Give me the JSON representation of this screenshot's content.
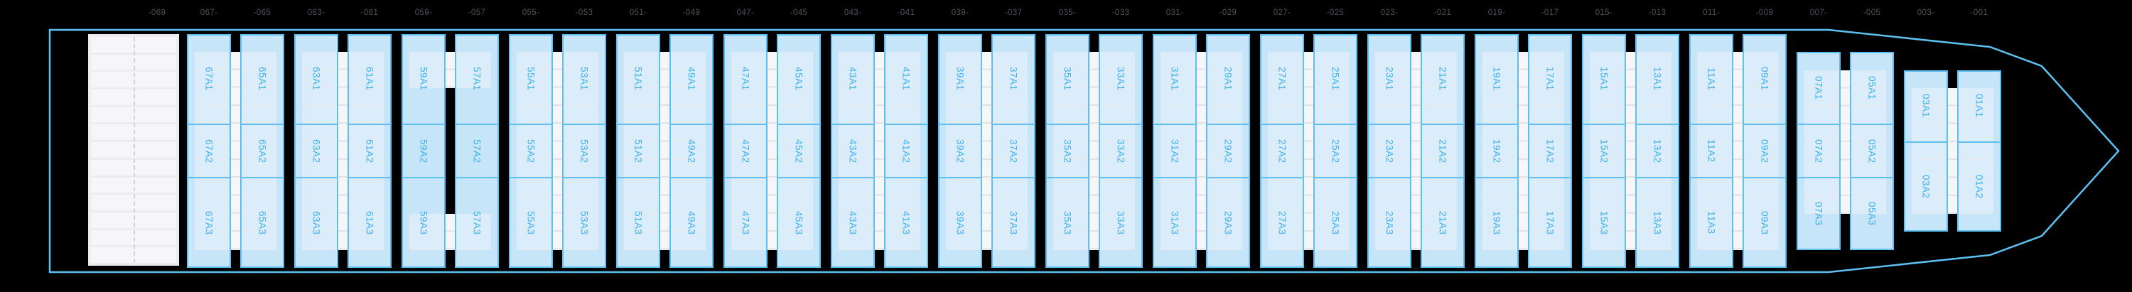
{
  "app": {
    "name": "vessel-deck-plan"
  },
  "colors": {
    "background": "#000000",
    "accent_blue": "#5cc1f1",
    "bay_fill": "#c7e5f8",
    "bay_inner_fill": "#dbedfa",
    "cell_label_blue": "#3bb1f0",
    "axis_label_gray": "#51515b",
    "strip_white": "#f6f5f7"
  },
  "axis_labels": [
    "-069",
    "067-",
    "-065",
    "063-",
    "-061",
    "059-",
    "-057",
    "055-",
    "-053",
    "051-",
    "-049",
    "047-",
    "-045",
    "043-",
    "-041",
    "039-",
    "-037",
    "035-",
    "-033",
    "031-",
    "-029",
    "027-",
    "-025",
    "023-",
    "-021",
    "019-",
    "-017",
    "015-",
    "-013",
    "011-",
    "-009",
    "007-",
    "-005",
    "003-",
    "-001"
  ],
  "stern_block": {
    "rows": 13
  },
  "pairs": [
    {
      "type": "standard",
      "left": {
        "id": "67",
        "cells": [
          "67A1",
          "67A2",
          "67A3"
        ]
      },
      "right": {
        "id": "65",
        "cells": [
          "65A1",
          "65A2",
          "65A3"
        ]
      }
    },
    {
      "type": "standard",
      "left": {
        "id": "63",
        "cells": [
          "63A1",
          "63A2",
          "63A3"
        ]
      },
      "right": {
        "id": "61",
        "cells": [
          "61A1",
          "61A2",
          "61A3"
        ]
      }
    },
    {
      "type": "split",
      "left": {
        "id": "59",
        "cells": [
          "59A1",
          "59A2",
          "59A3"
        ]
      },
      "right": {
        "id": "57",
        "cells": [
          "57A1",
          "57A2",
          "57A3"
        ]
      }
    },
    {
      "type": "standard",
      "left": {
        "id": "55",
        "cells": [
          "55A1",
          "55A2",
          "55A3"
        ]
      },
      "right": {
        "id": "53",
        "cells": [
          "53A1",
          "53A2",
          "53A3"
        ]
      }
    },
    {
      "type": "standard",
      "left": {
        "id": "51",
        "cells": [
          "51A1",
          "51A2",
          "51A3"
        ]
      },
      "right": {
        "id": "49",
        "cells": [
          "49A1",
          "49A2",
          "49A3"
        ]
      }
    },
    {
      "type": "standard",
      "left": {
        "id": "47",
        "cells": [
          "47A1",
          "47A2",
          "47A3"
        ]
      },
      "right": {
        "id": "45",
        "cells": [
          "45A1",
          "45A2",
          "45A3"
        ]
      }
    },
    {
      "type": "standard",
      "left": {
        "id": "43",
        "cells": [
          "43A1",
          "43A2",
          "43A3"
        ]
      },
      "right": {
        "id": "41",
        "cells": [
          "41A1",
          "41A2",
          "41A3"
        ]
      }
    },
    {
      "type": "standard",
      "left": {
        "id": "39",
        "cells": [
          "39A1",
          "39A2",
          "39A3"
        ]
      },
      "right": {
        "id": "37",
        "cells": [
          "37A1",
          "37A2",
          "37A3"
        ]
      }
    },
    {
      "type": "standard",
      "left": {
        "id": "35",
        "cells": [
          "35A1",
          "35A2",
          "35A3"
        ]
      },
      "right": {
        "id": "33",
        "cells": [
          "33A1",
          "33A2",
          "33A3"
        ]
      }
    },
    {
      "type": "standard",
      "left": {
        "id": "31",
        "cells": [
          "31A1",
          "31A2",
          "31A3"
        ]
      },
      "right": {
        "id": "29",
        "cells": [
          "29A1",
          "29A2",
          "29A3"
        ]
      }
    },
    {
      "type": "standard",
      "left": {
        "id": "27",
        "cells": [
          "27A1",
          "27A2",
          "27A3"
        ]
      },
      "right": {
        "id": "25",
        "cells": [
          "25A1",
          "25A2",
          "25A3"
        ]
      }
    },
    {
      "type": "standard",
      "left": {
        "id": "23",
        "cells": [
          "23A1",
          "23A2",
          "23A3"
        ]
      },
      "right": {
        "id": "21",
        "cells": [
          "21A1",
          "21A2",
          "21A3"
        ]
      }
    },
    {
      "type": "standard",
      "left": {
        "id": "19",
        "cells": [
          "19A1",
          "19A2",
          "19A3"
        ]
      },
      "right": {
        "id": "17",
        "cells": [
          "17A1",
          "17A2",
          "17A3"
        ]
      }
    },
    {
      "type": "standard",
      "left": {
        "id": "15",
        "cells": [
          "15A1",
          "15A2",
          "15A3"
        ]
      },
      "right": {
        "id": "13",
        "cells": [
          "13A1",
          "13A2",
          "13A3"
        ]
      }
    },
    {
      "type": "standard",
      "left": {
        "id": "11",
        "cells": [
          "11A1",
          "11A2",
          "11A3"
        ]
      },
      "right": {
        "id": "09",
        "cells": [
          "09A1",
          "09A2",
          "09A3"
        ]
      }
    },
    {
      "type": "fore",
      "left": {
        "id": "07",
        "cells": [
          "07A1",
          "07A2",
          "07A3"
        ]
      },
      "right": {
        "id": "05",
        "cells": [
          "05A1",
          "05A2",
          "05A3"
        ]
      }
    },
    {
      "type": "fore_short",
      "left": {
        "id": "03",
        "cells": [
          "03A1",
          "03A2"
        ]
      },
      "right": {
        "id": "01",
        "cells": [
          "01A1",
          "01A2"
        ]
      }
    }
  ]
}
